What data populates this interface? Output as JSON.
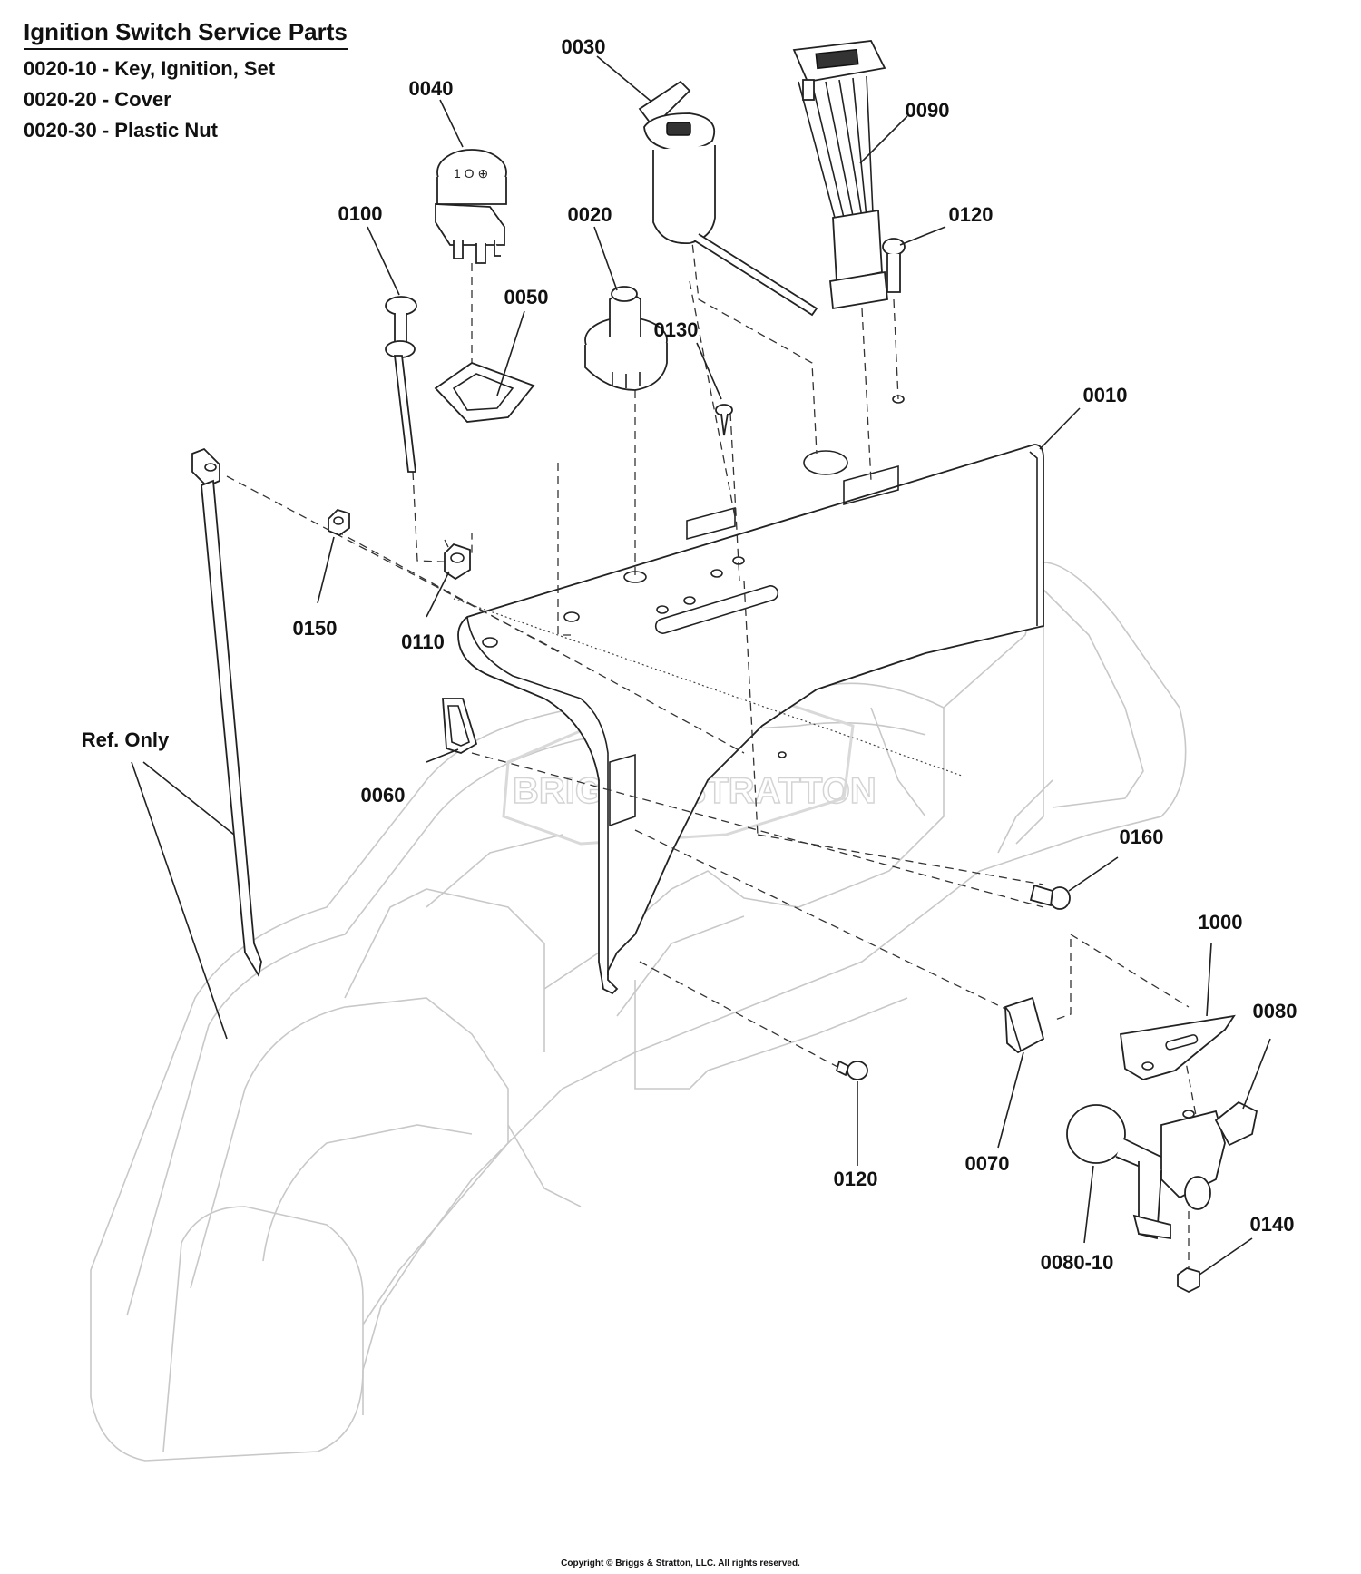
{
  "legend": {
    "title": "Ignition Switch Service Parts",
    "items": [
      "0020-10 - Key, Ignition, Set",
      "0020-20 - Cover",
      "0020-30 - Plastic Nut"
    ]
  },
  "callouts": {
    "p0030": "0030",
    "p0040": "0040",
    "p0090": "0090",
    "p0100": "0100",
    "p0020": "0020",
    "p0120_top": "0120",
    "p0050": "0050",
    "p0130": "0130",
    "p0010": "0010",
    "p0150": "0150",
    "p0110": "0110",
    "ref_only": "Ref. Only",
    "p0060": "0060",
    "p0160": "0160",
    "p1000": "1000",
    "p0080": "0080",
    "p0120_bottom": "0120",
    "p0070": "0070",
    "p0140": "0140",
    "p0080_10": "0080-10"
  },
  "watermark": "BRIGGS&STRATTON",
  "copyright": "Copyright © Briggs & Stratton, LLC. All rights reserved."
}
